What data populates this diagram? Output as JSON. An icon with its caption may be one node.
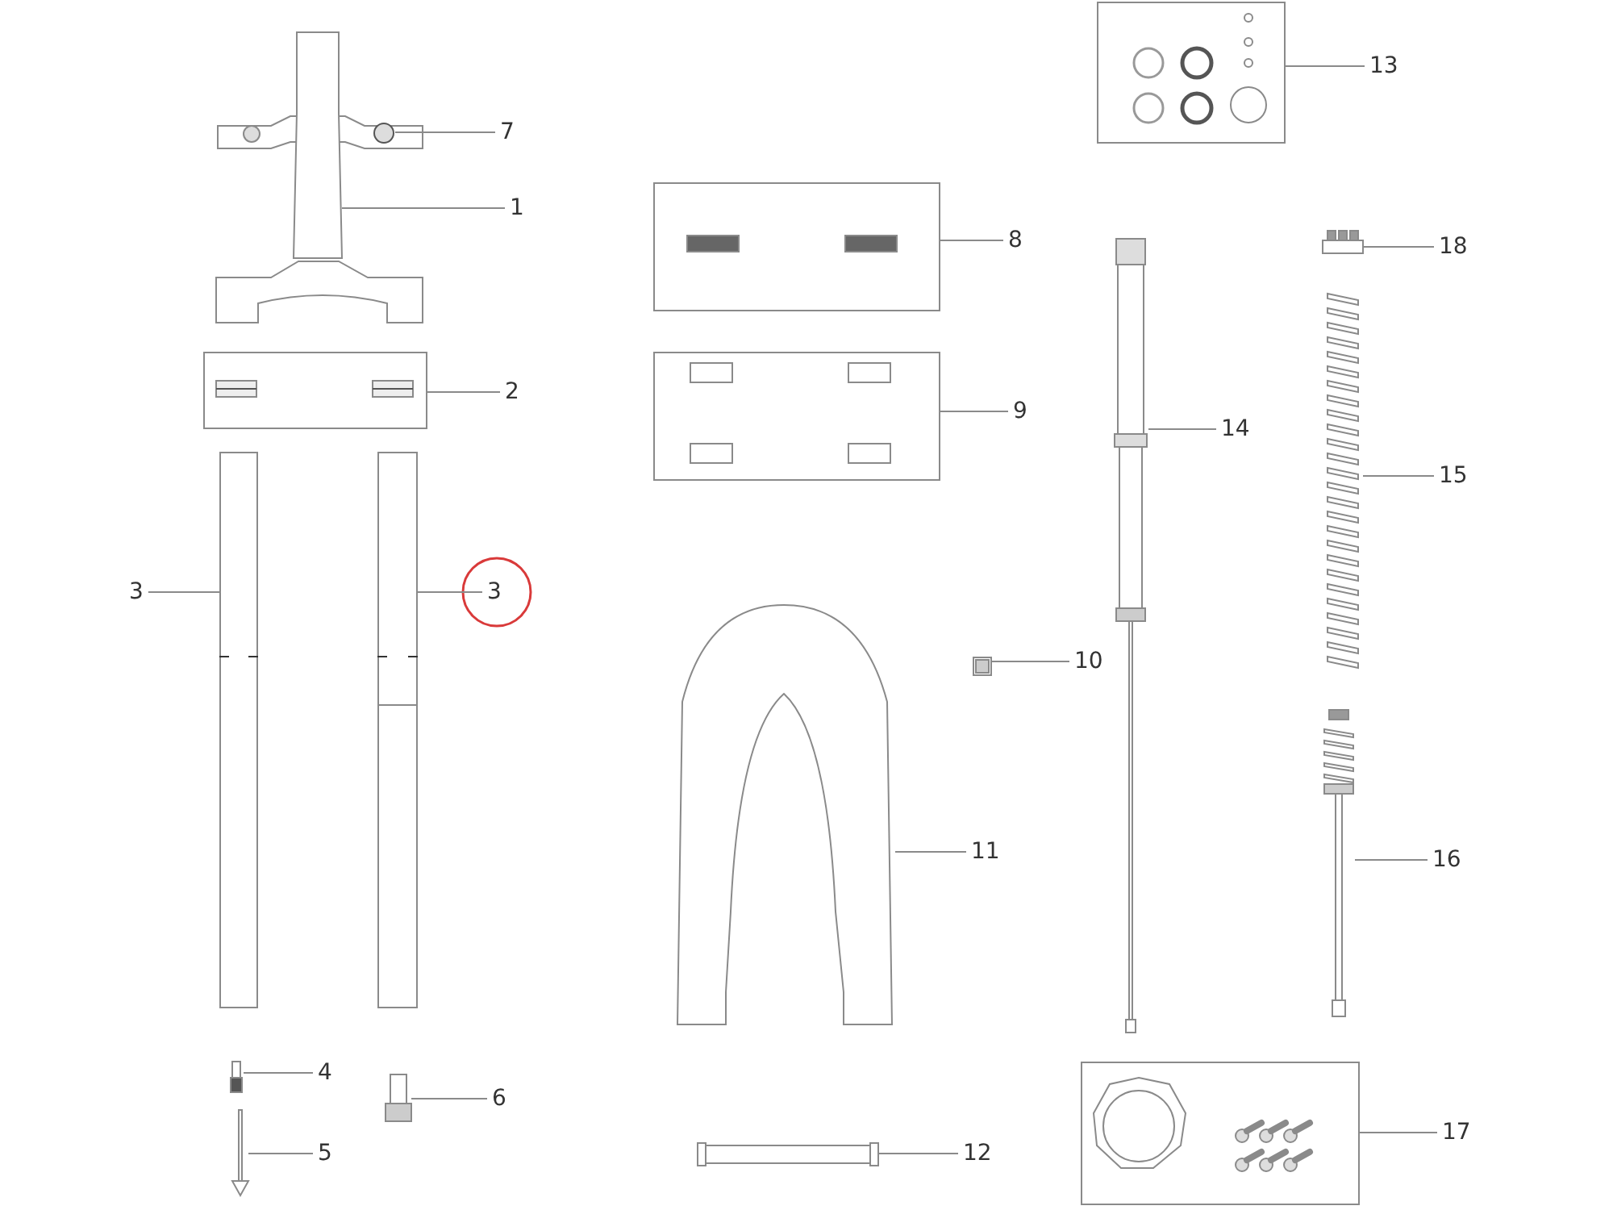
{
  "diagram": {
    "nodes": [
      {
        "text": [
          "1"
        ]
      },
      {
        "text": [],
        "shape": "picture"
      },
      {
        "text": [
          "2"
        ]
      },
      {
        "text": [],
        "shape": "picture"
      },
      {
        "text": [
          "3"
        ]
      },
      {
        "text": [],
        "shape": "box"
      },
      {
        "text": [
          "3"
        ]
      },
      {
        "text": [],
        "shape": "box"
      },
      {
        "text": [
          "4"
        ]
      },
      {
        "text": [],
        "shape": "picture"
      },
      {
        "text": [
          "5"
        ]
      },
      {
        "text": [],
        "shape": "picture"
      },
      {
        "text": [
          "6"
        ]
      },
      {
        "text": [],
        "shape": "picture"
      },
      {
        "text": [
          "7"
        ]
      },
      {
        "text": [],
        "shape": "circle"
      },
      {
        "text": [
          "8"
        ]
      },
      {
        "text": [],
        "shape": "picture"
      },
      {
        "text": [
          "9"
        ]
      },
      {
        "text": [],
        "shape": "picture"
      },
      {
        "text": [
          "10"
        ]
      },
      {
        "text": [],
        "shape": "box"
      },
      {
        "text": [
          "11"
        ]
      },
      {
        "text": [],
        "shape": "picture"
      },
      {
        "text": [
          "12"
        ]
      },
      {
        "text": [],
        "shape": "bar"
      },
      {
        "text": [
          "13"
        ]
      },
      {
        "text": [],
        "shape": "picture"
      },
      {
        "text": [
          "14"
        ]
      },
      {
        "text": [],
        "shape": "picture"
      },
      {
        "text": [
          "15"
        ]
      },
      {
        "text": [],
        "shape": "picture"
      },
      {
        "text": [
          "16"
        ]
      },
      {
        "text": [],
        "shape": "picture"
      },
      {
        "text": [
          "17"
        ]
      },
      {
        "text": [],
        "shape": "picture"
      },
      {
        "text": [
          "18"
        ]
      },
      {
        "text": [],
        "shape": "picture"
      }
    ],
    "edges": [
      {
        "from": 0,
        "to": 1,
        "arrow": "none"
      },
      {
        "from": 2,
        "to": 3,
        "arrow": "none"
      },
      {
        "from": 4,
        "to": 5,
        "arrow": "none"
      },
      {
        "from": 6,
        "to": 7,
        "arrow": "none"
      },
      {
        "from": 8,
        "to": 9,
        "arrow": "none"
      },
      {
        "from": 10,
        "to": 11,
        "arrow": "none"
      },
      {
        "from": 12,
        "to": 13,
        "arrow": "none"
      },
      {
        "from": 14,
        "to": 15,
        "arrow": "none"
      },
      {
        "from": 16,
        "to": 17,
        "arrow": "none"
      },
      {
        "from": 18,
        "to": 19,
        "arrow": "none"
      },
      {
        "from": 20,
        "to": 21,
        "arrow": "none"
      },
      {
        "from": 22,
        "to": 23,
        "arrow": "none"
      },
      {
        "from": 24,
        "to": 25,
        "arrow": "none"
      },
      {
        "from": 26,
        "to": 27,
        "arrow": "none"
      },
      {
        "from": 28,
        "to": 29,
        "arrow": "none"
      },
      {
        "from": 30,
        "to": 31,
        "arrow": "none"
      },
      {
        "from": 32,
        "to": 33,
        "arrow": "none"
      },
      {
        "from": 34,
        "to": 35,
        "arrow": "none"
      },
      {
        "from": 36,
        "to": 37,
        "arrow": "none"
      }
    ]
  }
}
